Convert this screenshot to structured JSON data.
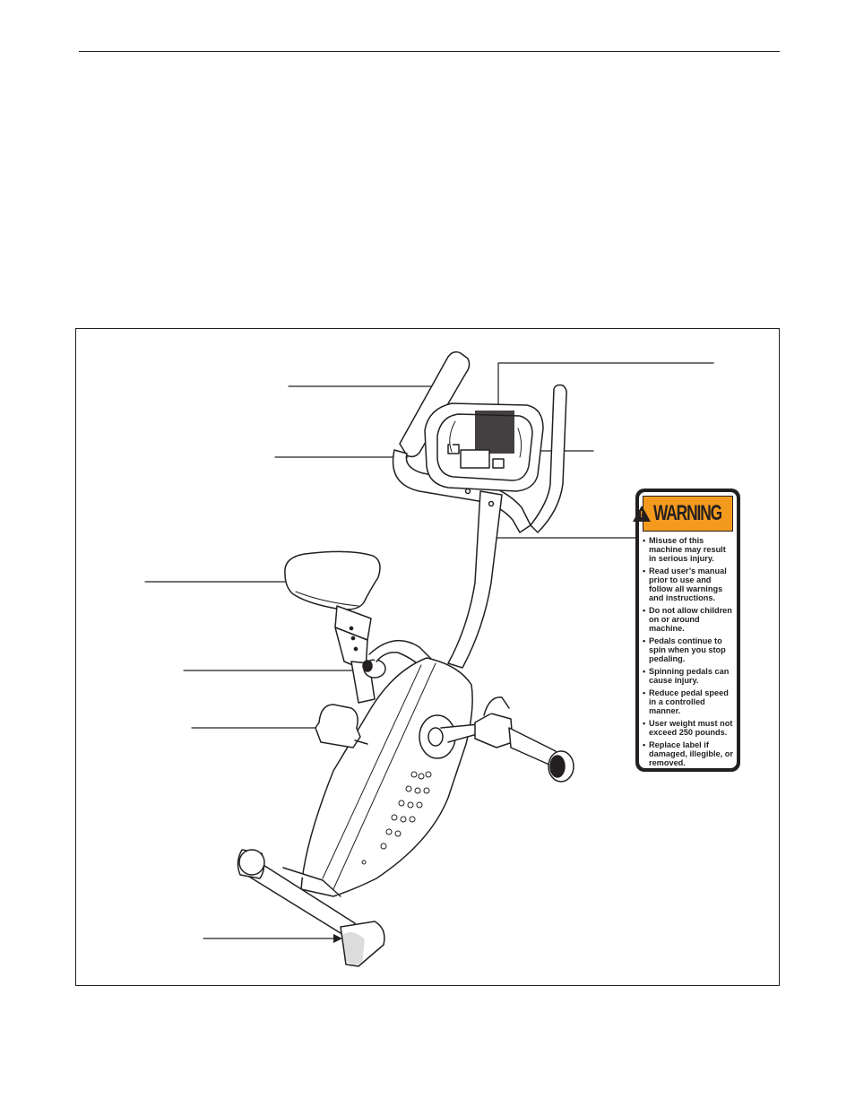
{
  "warning_label": {
    "title": "WARNING",
    "items": [
      "Misuse of this machine may result in serious injury.",
      "Read user’s manual prior to use and follow all warnings and instructions.",
      "Do not allow children on or around machine.",
      "Pedals continue to spin when you stop pedaling.",
      "Spinning pedals can cause injury.",
      "Reduce pedal speed in a controlled manner.",
      "User weight must not exceed 250 pounds.",
      "Replace label if damaged, illegible, or removed."
    ]
  },
  "colors": {
    "line": "#231f20",
    "warning_header": "#f39a1e"
  }
}
